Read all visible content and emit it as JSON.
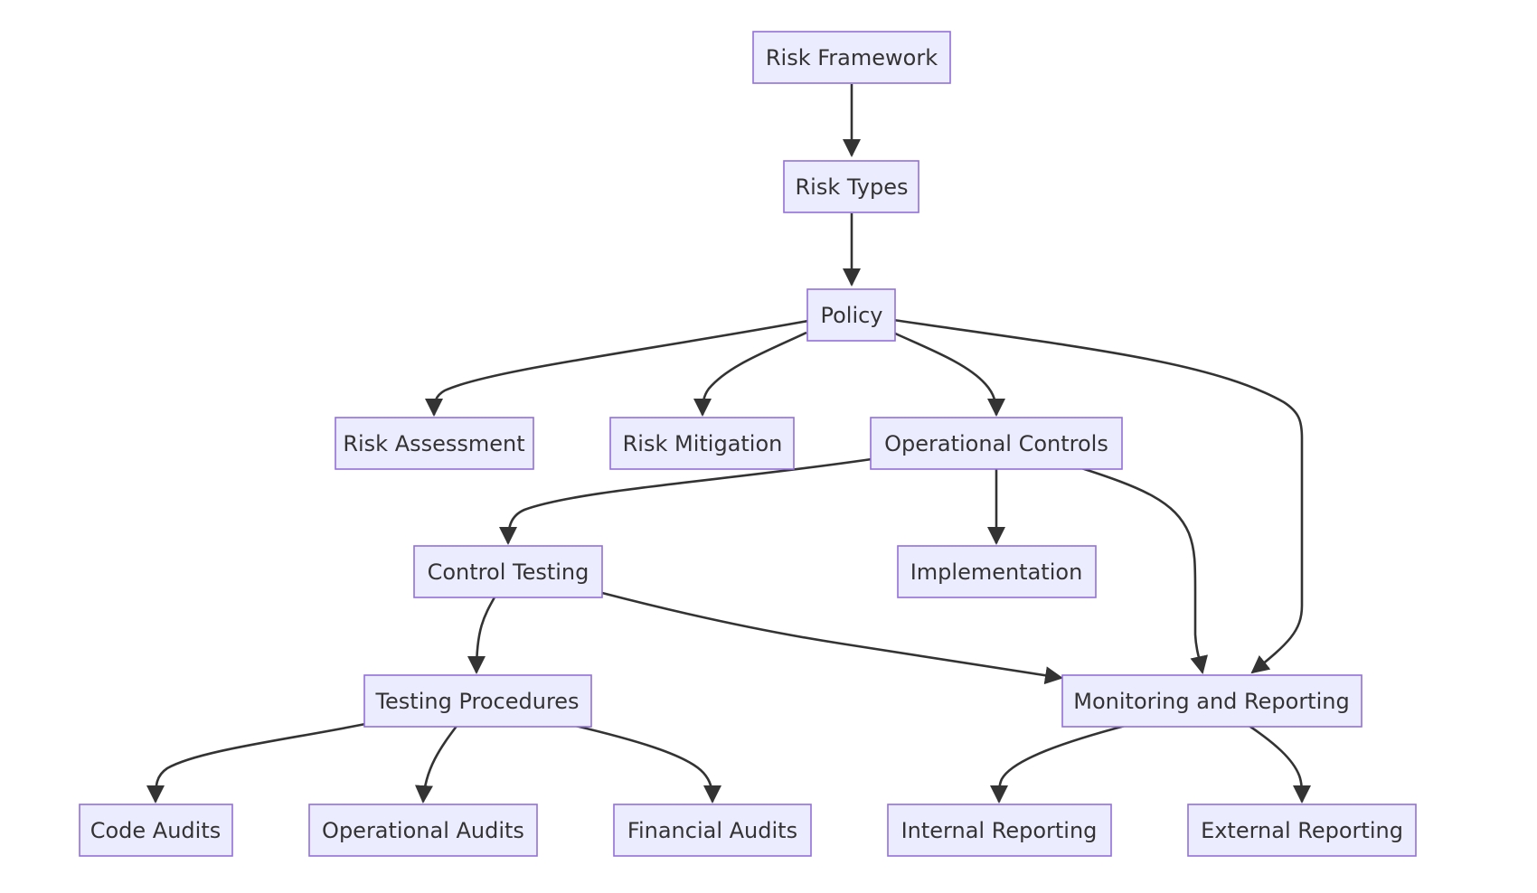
{
  "diagram": {
    "type": "flowchart",
    "direction": "top-down",
    "colors": {
      "node_fill": "#ECECFF",
      "node_border": "#9370DB",
      "edge": "#333333",
      "text": "#333333"
    },
    "nodes": [
      {
        "id": "risk_framework",
        "label": "Risk Framework"
      },
      {
        "id": "risk_types",
        "label": "Risk Types"
      },
      {
        "id": "policy",
        "label": "Policy"
      },
      {
        "id": "risk_assessment",
        "label": "Risk Assessment"
      },
      {
        "id": "risk_mitigation",
        "label": "Risk Mitigation"
      },
      {
        "id": "operational_controls",
        "label": "Operational Controls"
      },
      {
        "id": "control_testing",
        "label": "Control Testing"
      },
      {
        "id": "implementation",
        "label": "Implementation"
      },
      {
        "id": "testing_procedures",
        "label": "Testing Procedures"
      },
      {
        "id": "monitoring_reporting",
        "label": "Monitoring and Reporting"
      },
      {
        "id": "code_audits",
        "label": "Code Audits"
      },
      {
        "id": "operational_audits",
        "label": "Operational Audits"
      },
      {
        "id": "financial_audits",
        "label": "Financial Audits"
      },
      {
        "id": "internal_reporting",
        "label": "Internal Reporting"
      },
      {
        "id": "external_reporting",
        "label": "External Reporting"
      }
    ],
    "edges": [
      {
        "from": "risk_framework",
        "to": "risk_types"
      },
      {
        "from": "risk_types",
        "to": "policy"
      },
      {
        "from": "policy",
        "to": "risk_assessment"
      },
      {
        "from": "policy",
        "to": "risk_mitigation"
      },
      {
        "from": "policy",
        "to": "operational_controls"
      },
      {
        "from": "policy",
        "to": "monitoring_reporting"
      },
      {
        "from": "operational_controls",
        "to": "control_testing"
      },
      {
        "from": "operational_controls",
        "to": "implementation"
      },
      {
        "from": "operational_controls",
        "to": "monitoring_reporting"
      },
      {
        "from": "control_testing",
        "to": "testing_procedures"
      },
      {
        "from": "control_testing",
        "to": "monitoring_reporting"
      },
      {
        "from": "testing_procedures",
        "to": "code_audits"
      },
      {
        "from": "testing_procedures",
        "to": "operational_audits"
      },
      {
        "from": "testing_procedures",
        "to": "financial_audits"
      },
      {
        "from": "monitoring_reporting",
        "to": "internal_reporting"
      },
      {
        "from": "monitoring_reporting",
        "to": "external_reporting"
      }
    ]
  }
}
